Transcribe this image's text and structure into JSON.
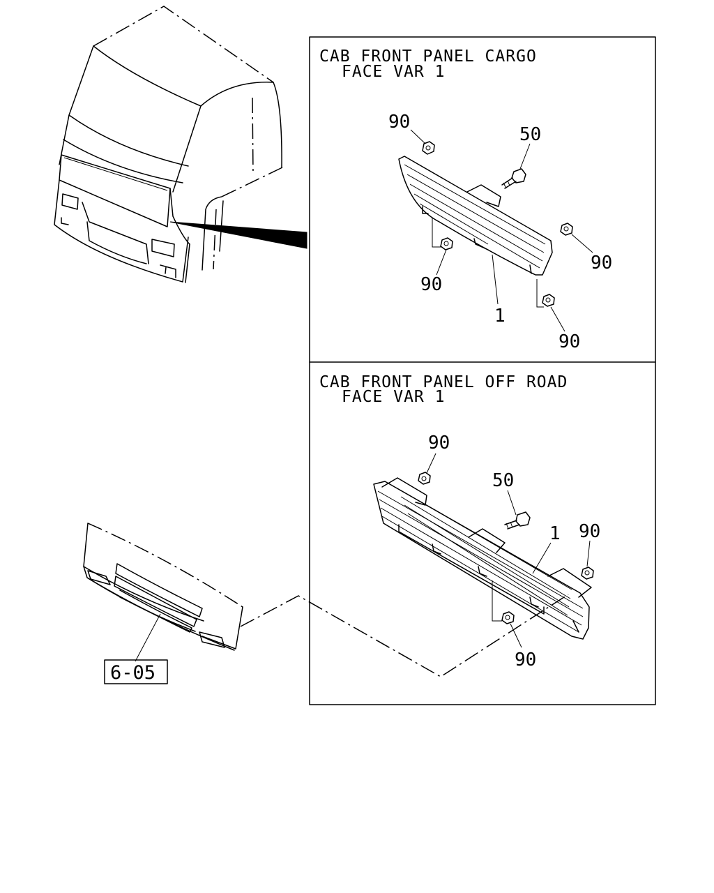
{
  "diagram": {
    "panels": [
      {
        "title_line1": "CAB FRONT PANEL CARGO",
        "title_line2": "FACE VAR 1",
        "callouts": [
          "90",
          "50",
          "90",
          "90",
          "1",
          "90"
        ]
      },
      {
        "title_line1": "CAB FRONT PANEL OFF ROAD",
        "title_line2": "FACE VAR 1",
        "callouts": [
          "90",
          "50",
          "1",
          "90",
          "90"
        ]
      }
    ],
    "reference_box": "6-05"
  }
}
